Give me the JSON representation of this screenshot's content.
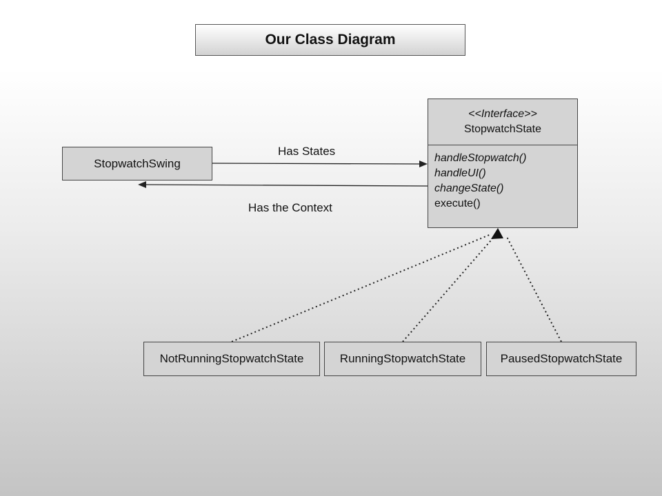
{
  "title": "Our Class Diagram",
  "context_class": {
    "name": "StopwatchSwing"
  },
  "interface": {
    "stereotype": "<<Interface>>",
    "name": "StopwatchState",
    "operations": [
      {
        "text": "handleStopwatch()",
        "abstract": true
      },
      {
        "text": "handleUI()",
        "abstract": true
      },
      {
        "text": "changeState()",
        "abstract": true
      },
      {
        "text": "execute()",
        "abstract": false
      }
    ]
  },
  "associations": {
    "to_interface": "Has States",
    "to_context": "Has the Context"
  },
  "implementations": [
    {
      "name": "NotRunningStopwatchState"
    },
    {
      "name": "RunningStopwatchState"
    },
    {
      "name": "PausedStopwatchState"
    }
  ]
}
